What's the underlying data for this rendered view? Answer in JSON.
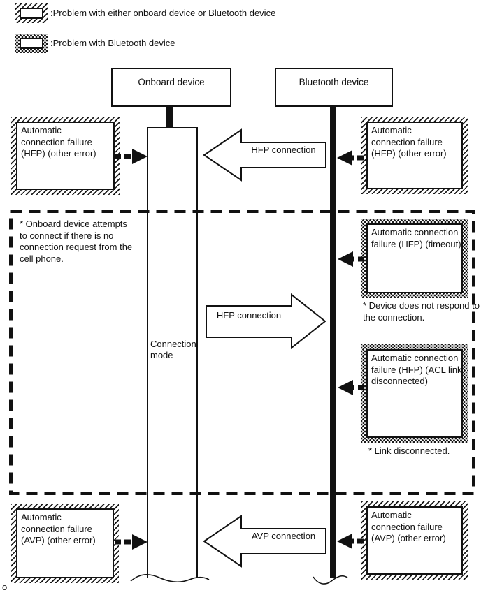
{
  "colors": {
    "ink": "#111111",
    "paper": "#ffffff"
  },
  "legend": {
    "items": [
      {
        "pattern": "hatch",
        "label": ":Problem with either onboard device or Bluetooth device"
      },
      {
        "pattern": "dots",
        "label": ":Problem with Bluetooth device"
      }
    ]
  },
  "headers": {
    "onboard": "Onboard device",
    "bluetooth": "Bluetooth device"
  },
  "activation": {
    "label_lines": [
      "Connection",
      "mode"
    ]
  },
  "connection_arrows": {
    "hfp_top": "HFP connection",
    "hfp_mid": "HFP connection",
    "avp_bottom": "AVP connection"
  },
  "failure_boxes": {
    "left_top": {
      "pattern": "hatch",
      "lines": [
        "Automatic",
        "connection failure",
        "(HFP) (other error)"
      ]
    },
    "right_top": {
      "pattern": "hatch",
      "lines": [
        "Automatic",
        "connection failure",
        "(HFP) (other error)"
      ]
    },
    "right_timeout": {
      "pattern": "dots",
      "lines": [
        "Automatic connection",
        "failure (HFP) (timeout)"
      ]
    },
    "right_acl": {
      "pattern": "dots",
      "lines": [
        "Automatic connection",
        "failure (HFP) (ACL link",
        "disconnected)"
      ]
    },
    "left_bottom": {
      "pattern": "hatch",
      "lines": [
        "Automatic",
        "connection failure",
        "(AVP) (other error)"
      ]
    },
    "right_bottom": {
      "pattern": "hatch",
      "lines": [
        "Automatic",
        "connection failure",
        "(AVP) (other error)"
      ]
    }
  },
  "notes": {
    "onboard_attempts": [
      "* Onboard device attempts",
      "to connect if there is no",
      "connection request from the",
      "cell phone."
    ],
    "device_no_response": [
      "* Device does not respond to",
      "the connection."
    ],
    "link_disconnected": [
      "* Link disconnected."
    ]
  },
  "footer_mark": "o"
}
